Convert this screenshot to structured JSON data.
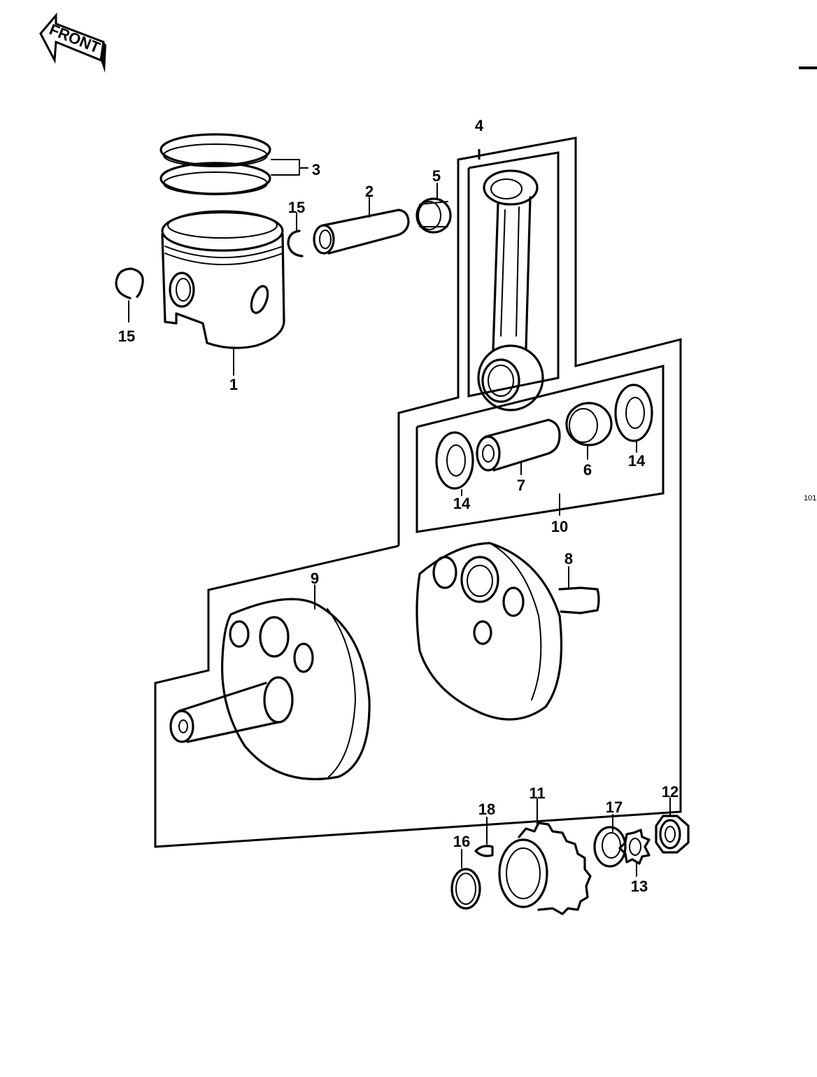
{
  "badge": {
    "text": "FRONT"
  },
  "page_number": "101",
  "callouts": [
    {
      "id": "piston",
      "label": "1"
    },
    {
      "id": "piston-pin",
      "label": "2"
    },
    {
      "id": "piston-rings",
      "label": "3"
    },
    {
      "id": "connecting-rod",
      "label": "4"
    },
    {
      "id": "small-end-bearing",
      "label": "5"
    },
    {
      "id": "big-end-bearing",
      "label": "6"
    },
    {
      "id": "crank-pin",
      "label": "7"
    },
    {
      "id": "crank-half-right",
      "label": "8"
    },
    {
      "id": "crank-half-left",
      "label": "9"
    },
    {
      "id": "crank-pin-set",
      "label": "10"
    },
    {
      "id": "gear",
      "label": "11"
    },
    {
      "id": "nut",
      "label": "12"
    },
    {
      "id": "lock-washer",
      "label": "13"
    },
    {
      "id": "thrust-washer-left",
      "label": "14"
    },
    {
      "id": "thrust-washer-right",
      "label": "14"
    },
    {
      "id": "circlip-upper",
      "label": "15"
    },
    {
      "id": "circlip-lower",
      "label": "15"
    },
    {
      "id": "shim",
      "label": "16"
    },
    {
      "id": "washer",
      "label": "17"
    },
    {
      "id": "woodruff-key",
      "label": "18"
    }
  ]
}
